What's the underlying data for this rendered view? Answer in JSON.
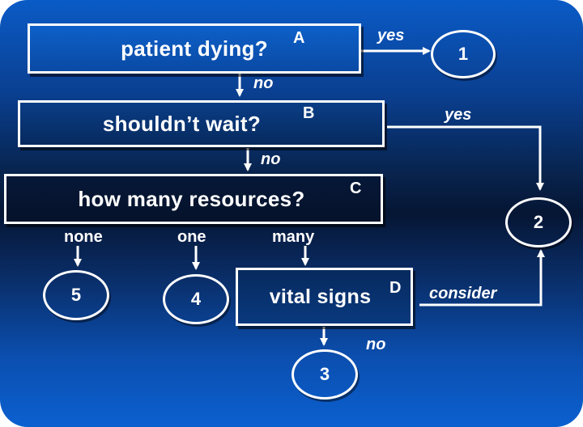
{
  "boxes": {
    "patient_dying": {
      "text": "patient dying?",
      "tag": "A"
    },
    "shouldnt_wait": {
      "text": "shouldn’t wait?",
      "tag": "B"
    },
    "resources": {
      "text": "how many resources?",
      "tag": "C"
    },
    "vital_signs": {
      "text": "vital signs",
      "tag": "D"
    }
  },
  "edges": {
    "a_yes": "yes",
    "a_no": "no",
    "b_yes": "yes",
    "b_no": "no",
    "none": "none",
    "one": "one",
    "many": "many",
    "d_consider": "consider",
    "d_no": "no"
  },
  "circles": {
    "c1": "1",
    "c2": "2",
    "c3": "3",
    "c4": "4",
    "c5": "5"
  },
  "colors": {
    "background_top": "#0a5bc7",
    "background_mid": "#061634",
    "lines": "#ffffff"
  }
}
